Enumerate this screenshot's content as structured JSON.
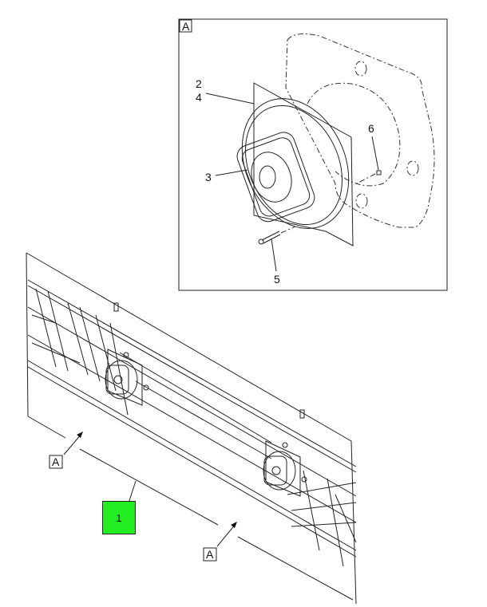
{
  "diagram": {
    "inset_label": "A",
    "view_labels": [
      "A",
      "A"
    ],
    "callouts": {
      "c2": "2",
      "c4": "4",
      "c3": "3",
      "c5": "5",
      "c6": "6"
    },
    "hotspot": {
      "label": "1",
      "color": "#22ee22"
    }
  }
}
